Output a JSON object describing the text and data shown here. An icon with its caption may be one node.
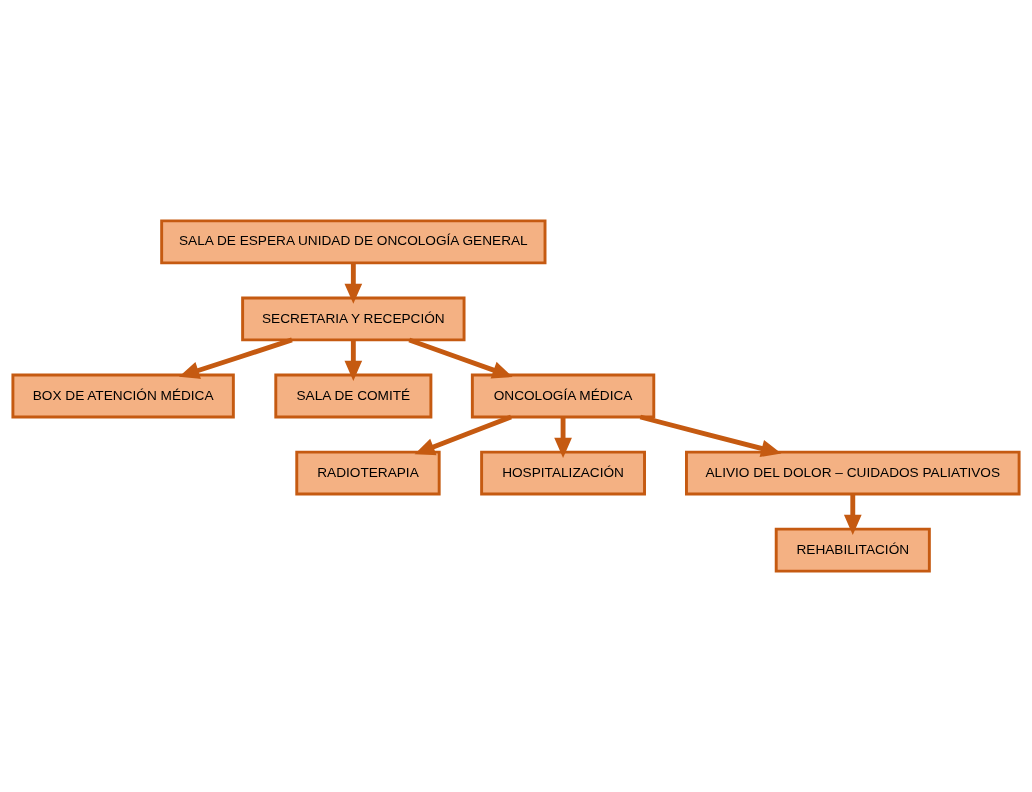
{
  "diagram": {
    "nodes": [
      {
        "text": [
          "SALA DE ESPERA UNIDAD DE ONCOLOGÍA GENERAL"
        ]
      },
      {
        "text": [
          "SECRETARIA Y RECEPCIÓN"
        ]
      },
      {
        "text": [
          "BOX DE ATENCIÓN MÉDICA"
        ]
      },
      {
        "text": [
          "SALA DE COMITÉ"
        ]
      },
      {
        "text": [
          "ONCOLOGÍA MÉDICA"
        ]
      },
      {
        "text": [
          "RADIOTERAPIA"
        ]
      },
      {
        "text": [
          "HOSPITALIZACIÓN"
        ]
      },
      {
        "text": [
          "ALIVIO DEL DOLOR – CUIDADOS PALIATIVOS"
        ]
      },
      {
        "text": [
          "REHABILITACIÓN"
        ]
      }
    ],
    "edges": [
      {
        "from": 0,
        "to": 1,
        "arrow": "to"
      },
      {
        "from": 1,
        "to": 2,
        "arrow": "to"
      },
      {
        "from": 1,
        "to": 3,
        "arrow": "to"
      },
      {
        "from": 1,
        "to": 4,
        "arrow": "to"
      },
      {
        "from": 4,
        "to": 5,
        "arrow": "to"
      },
      {
        "from": 4,
        "to": 6,
        "arrow": "to"
      },
      {
        "from": 4,
        "to": 7,
        "arrow": "to"
      },
      {
        "from": 7,
        "to": 8,
        "arrow": "to"
      }
    ]
  }
}
